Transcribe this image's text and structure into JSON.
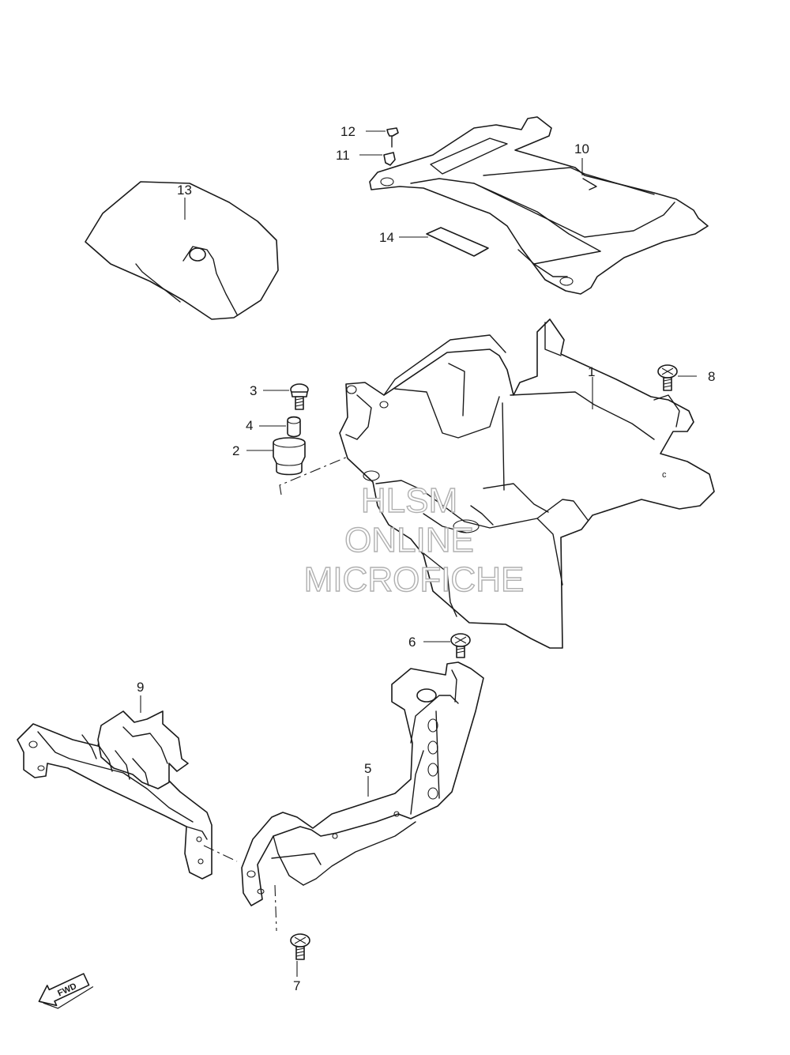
{
  "callouts": {
    "c1": "1",
    "c2": "2",
    "c3": "3",
    "c4": "4",
    "c5": "5",
    "c6": "6",
    "c7": "7",
    "c8": "8",
    "c9": "9",
    "c10": "10",
    "c11": "11",
    "c12": "12",
    "c13": "13",
    "c14": "14"
  },
  "watermark": {
    "line1": "HLSM",
    "line2": "ONLINE",
    "line3": "MICROFICHE"
  },
  "fwd_label": "FWD",
  "box_mark": "c",
  "colors": {
    "ink": "#1a1a1a",
    "watermark": "#b0b0b0",
    "background": "#ffffff"
  }
}
